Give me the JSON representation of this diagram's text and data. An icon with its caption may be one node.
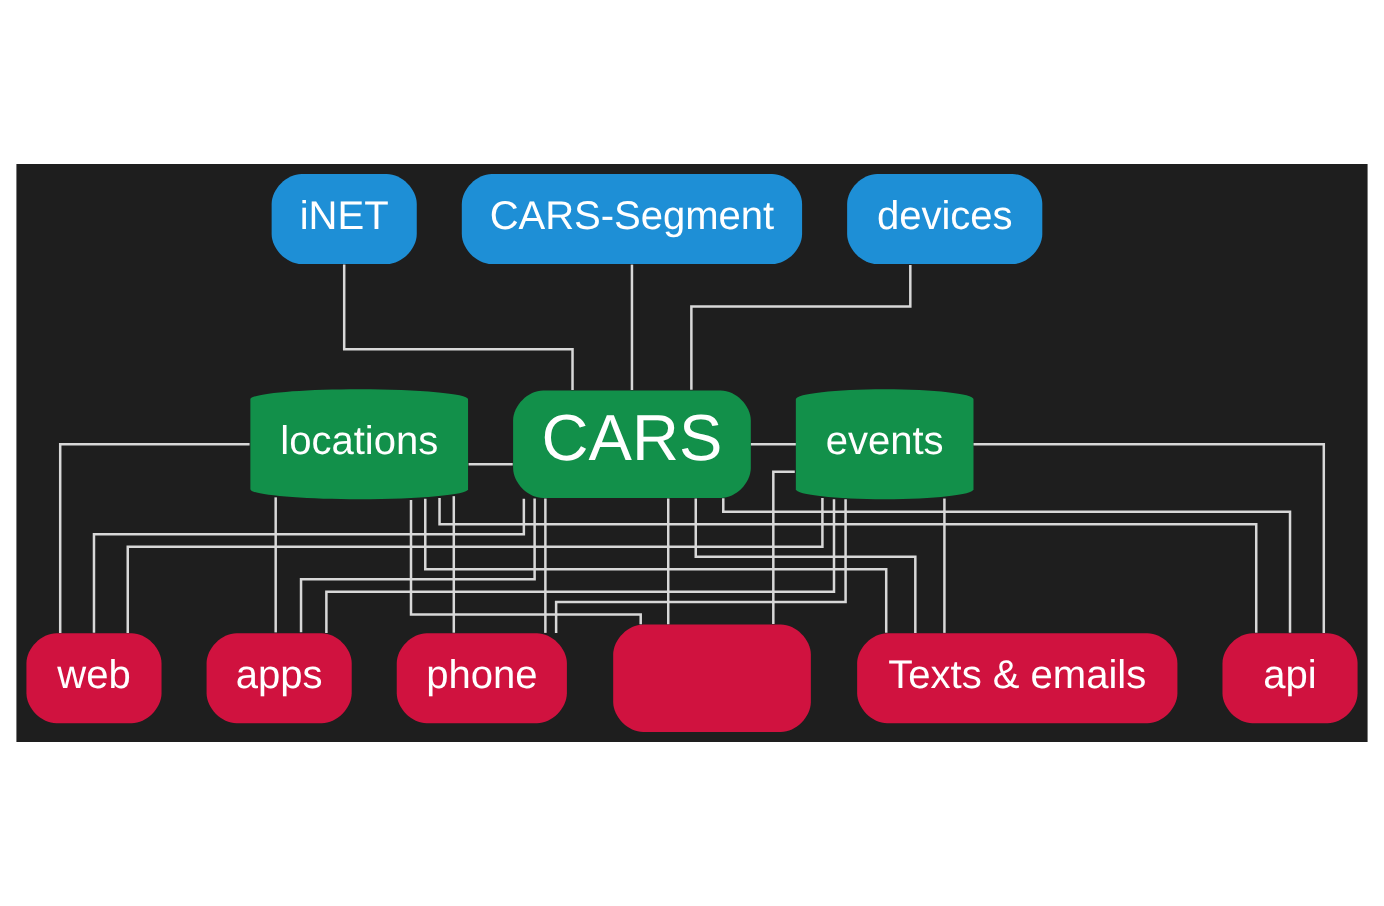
{
  "diagram": {
    "nodes": [
      {
        "text": [
          "iNET"
        ]
      },
      {
        "text": [
          "CARS-Segment"
        ]
      },
      {
        "text": [
          "devices"
        ]
      },
      {
        "text": [
          "locations"
        ]
      },
      {
        "text": [
          "CARS"
        ]
      },
      {
        "text": [
          "events"
        ]
      },
      {
        "text": [
          "web"
        ]
      },
      {
        "text": [
          "apps"
        ]
      },
      {
        "text": [
          "phone"
        ]
      },
      {
        "text": [],
        "shape": "box"
      },
      {
        "text": [
          "Texts & emails"
        ]
      },
      {
        "text": [
          "api"
        ]
      }
    ],
    "edges": [
      {
        "from": 0,
        "to": 4,
        "arrow": "none"
      },
      {
        "from": 1,
        "to": 4,
        "arrow": "none"
      },
      {
        "from": 2,
        "to": 4,
        "arrow": "none"
      },
      {
        "from": 3,
        "to": 4,
        "arrow": "none"
      },
      {
        "from": 4,
        "to": 5,
        "arrow": "none"
      },
      {
        "from": 3,
        "to": 6,
        "arrow": "none"
      },
      {
        "from": 3,
        "to": 7,
        "arrow": "none"
      },
      {
        "from": 3,
        "to": 8,
        "arrow": "none"
      },
      {
        "from": 3,
        "to": 9,
        "arrow": "none"
      },
      {
        "from": 3,
        "to": 10,
        "arrow": "none"
      },
      {
        "from": 3,
        "to": 11,
        "arrow": "none"
      },
      {
        "from": 4,
        "to": 6,
        "arrow": "none"
      },
      {
        "from": 4,
        "to": 7,
        "arrow": "none"
      },
      {
        "from": 4,
        "to": 8,
        "arrow": "none"
      },
      {
        "from": 4,
        "to": 9,
        "arrow": "none"
      },
      {
        "from": 4,
        "to": 10,
        "arrow": "none"
      },
      {
        "from": 4,
        "to": 11,
        "arrow": "none"
      },
      {
        "from": 5,
        "to": 6,
        "arrow": "none"
      },
      {
        "from": 5,
        "to": 7,
        "arrow": "none"
      },
      {
        "from": 5,
        "to": 8,
        "arrow": "none"
      },
      {
        "from": 5,
        "to": 9,
        "arrow": "none"
      },
      {
        "from": 5,
        "to": 10,
        "arrow": "none"
      },
      {
        "from": 5,
        "to": 11,
        "arrow": "none"
      }
    ]
  }
}
